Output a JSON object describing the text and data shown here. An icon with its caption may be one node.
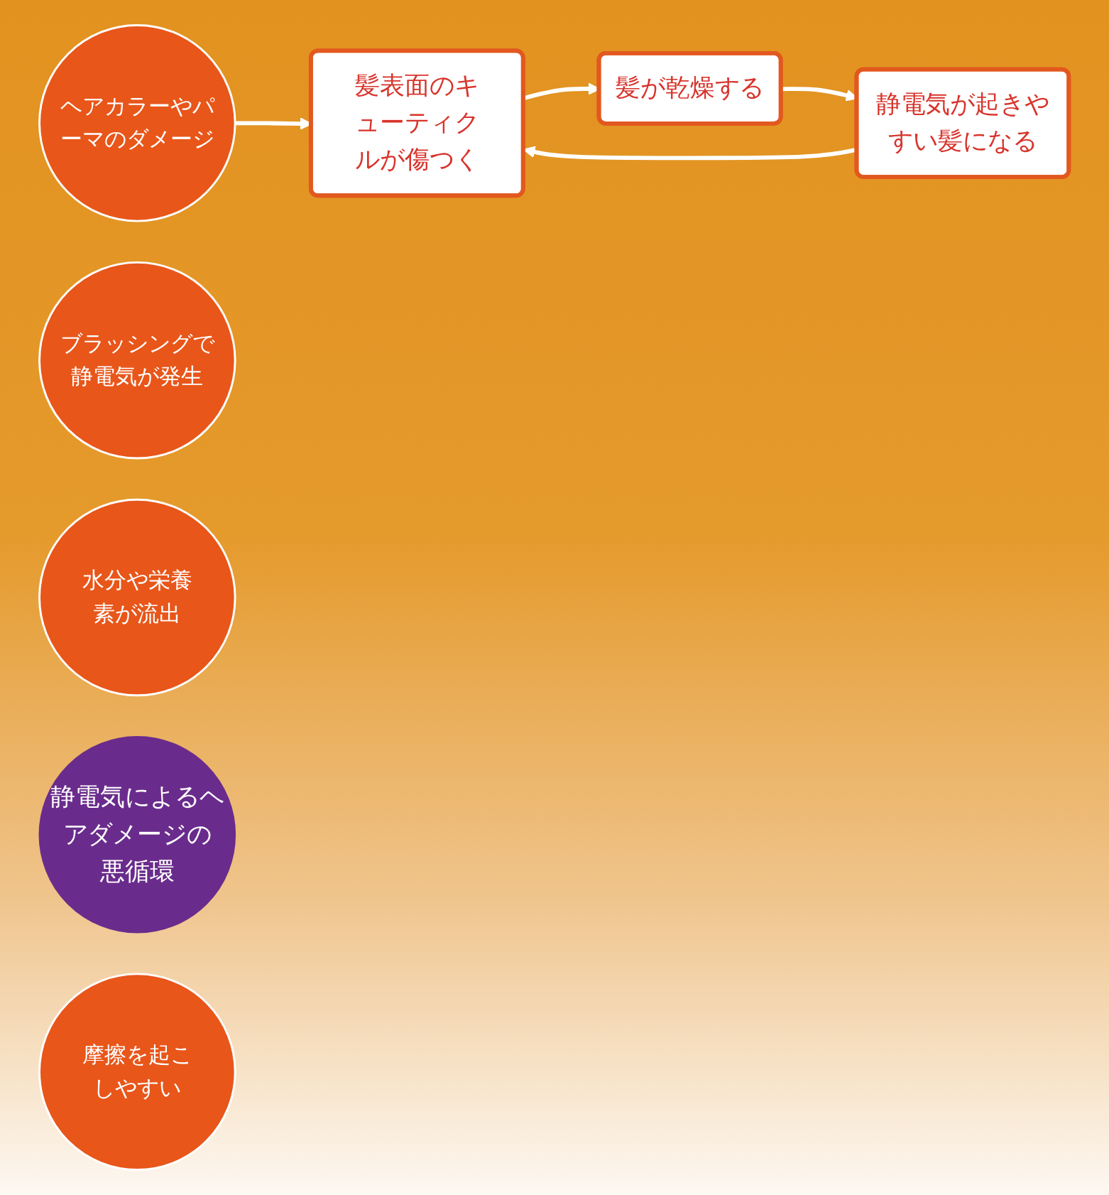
{
  "diagram": {
    "nodes": [
      {
        "text": [
          "ヘアカラーやパーマのダメージ"
        ]
      },
      {
        "text": [
          "髪表面のキューティクルが傷つく"
        ]
      },
      {
        "text": [
          "ブラッシングで静電気が発生"
        ]
      },
      {
        "text": [
          "水分や栄養素が流出"
        ]
      },
      {
        "text": [
          "静電気によるヘアダメージの",
          "悪循環"
        ]
      },
      {
        "text": [
          "静電気が起きやすい髪になる"
        ]
      },
      {
        "text": [
          "髪が乾燥する"
        ]
      },
      {
        "text": [
          "摩擦を起こしやすい"
        ]
      }
    ],
    "edges": [
      {
        "from": 0,
        "to": 1,
        "arrow": "to"
      },
      {
        "from": 1,
        "to": 6,
        "arrow": "to"
      },
      {
        "from": 6,
        "to": 5,
        "arrow": "to"
      },
      {
        "from": 5,
        "to": 1,
        "arrow": "to"
      }
    ]
  }
}
